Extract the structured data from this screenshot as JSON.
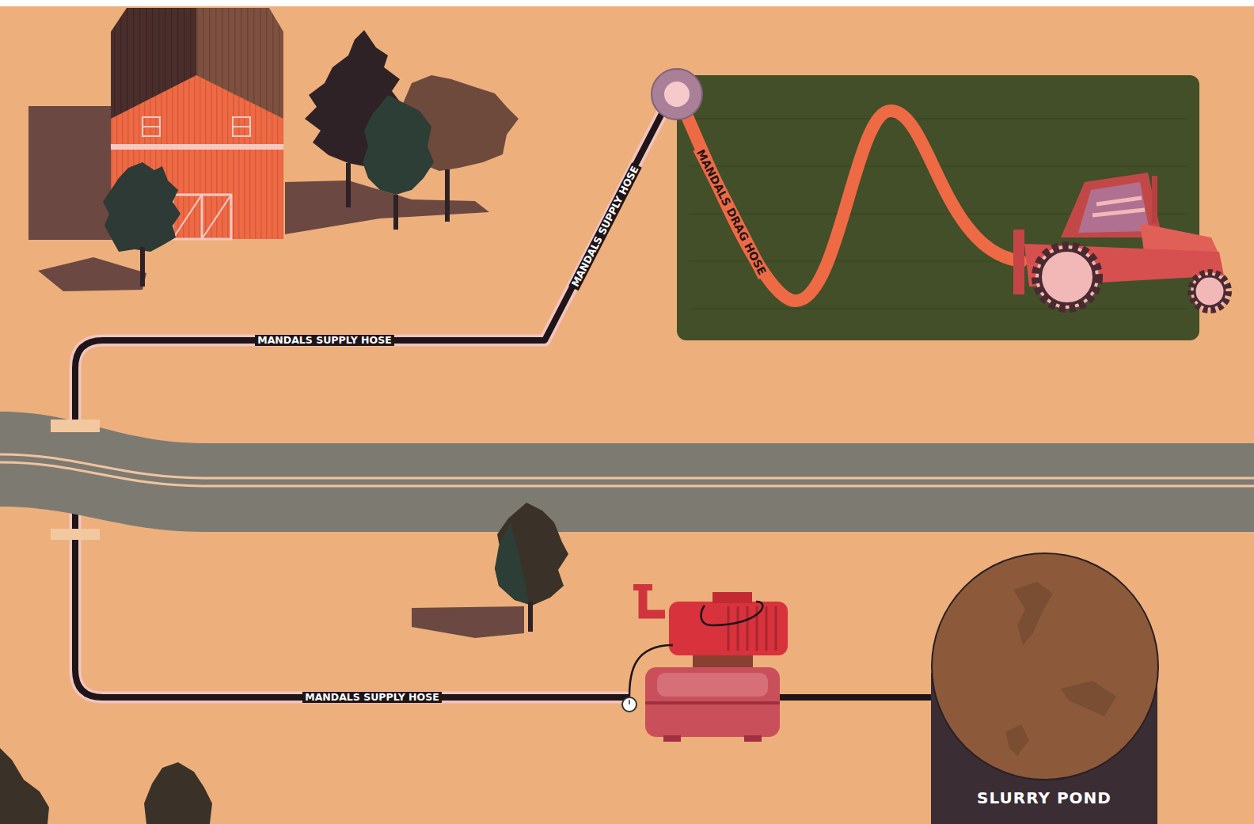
{
  "diagram": {
    "nodes": [
      {
        "text": [
          "SLURRY POND"
        ]
      }
    ],
    "labels": [
      "MANDALS SUPPLY HOSE",
      "MANDALS DRAG HOSE",
      "MANDALS SUPPLY HOSE",
      "MANDALS SUPPLY HOSE"
    ]
  }
}
